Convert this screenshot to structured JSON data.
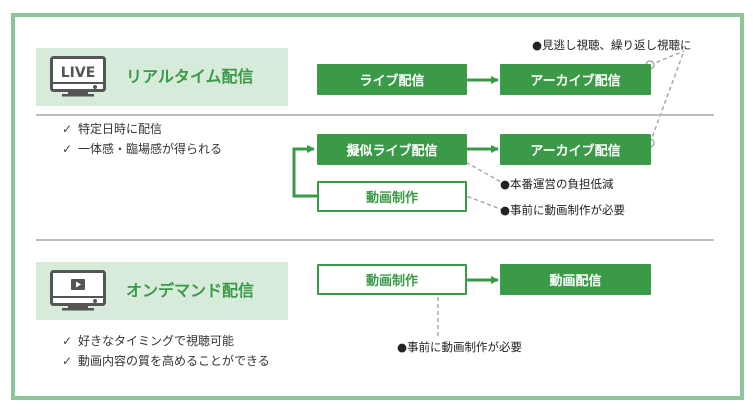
{
  "colors": {
    "accent": "#3a9a47",
    "light": "#d7ebda",
    "frame": "#8fc49b",
    "connector": "#a8a8a8"
  },
  "realtime": {
    "icon_label": "LIVE",
    "title": "リアルタイム配信",
    "bullets": [
      "特定日時に配信",
      "一体感・臨場感が得られる"
    ]
  },
  "ondemand": {
    "icon": "play-monitor-icon",
    "title": "オンデマンド配信",
    "bullets": [
      "好きなタイミングで視聴可能",
      "動画内容の質を高めることができる"
    ]
  },
  "check_mark": "✓",
  "flow": {
    "live_streaming": "ライブ配信",
    "archive_1": "アーカイブ配信",
    "pseudo_live": "擬似ライブ配信",
    "archive_2": "アーカイブ配信",
    "video_production_1": "動画制作",
    "video_production_2": "動画制作",
    "video_delivery": "動画配信"
  },
  "notes": {
    "rewatch": "●見逃し視聴、繰り返し視聴に",
    "reduce_burden": "●本番運営の負担低減",
    "prior_production_1": "●事前に動画制作が必要",
    "prior_production_2": "●事前に動画制作が必要"
  }
}
